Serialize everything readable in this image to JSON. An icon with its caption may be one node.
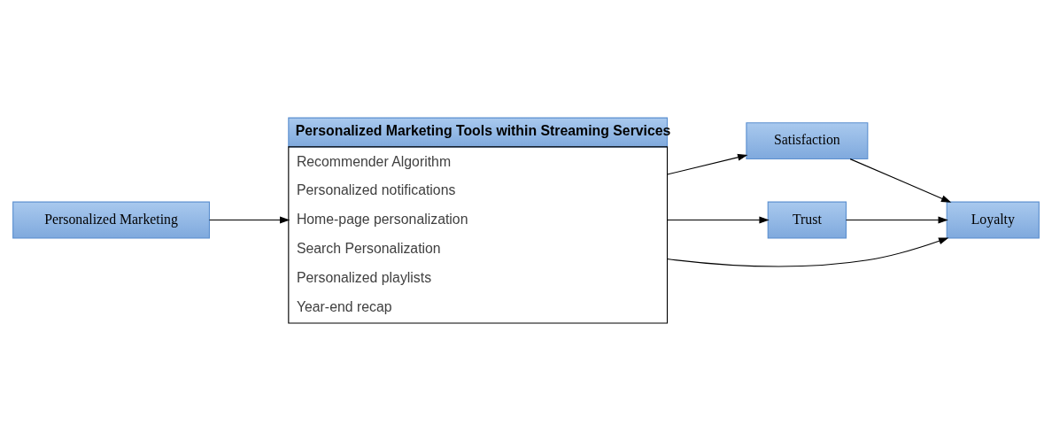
{
  "diagram": {
    "nodes": [
      {
        "text": [
          "Personalized Marketing"
        ]
      },
      {
        "text": [
          "Personalized Marketing Tools within Streaming Services",
          "Recommender Algorithm",
          "Personalized notifications",
          "Home-page personalization",
          "Search Personalization",
          "Personalized playlists",
          "Year-end recap"
        ]
      },
      {
        "text": [
          "Satisfaction"
        ]
      },
      {
        "text": [
          "Trust"
        ]
      },
      {
        "text": [
          "Loyalty"
        ]
      }
    ],
    "edges": [
      {
        "from": 0,
        "to": 1,
        "arrow": "to"
      },
      {
        "from": 1,
        "to": 2,
        "arrow": "to"
      },
      {
        "from": 1,
        "to": 4,
        "arrow": "to"
      },
      {
        "from": 1,
        "to": 3,
        "arrow": "to"
      },
      {
        "from": 2,
        "to": 4,
        "arrow": "to"
      },
      {
        "from": 3,
        "to": 4,
        "arrow": "to"
      }
    ]
  }
}
